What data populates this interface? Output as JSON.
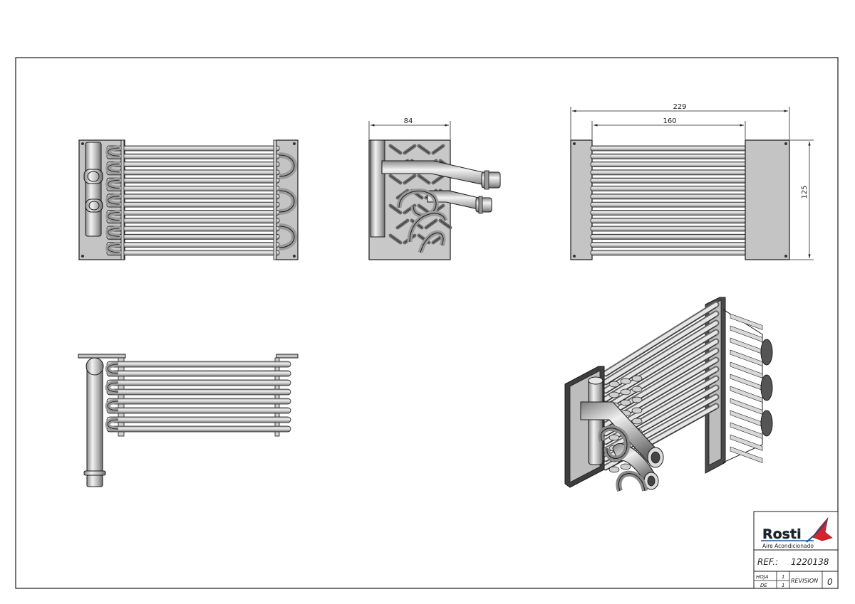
{
  "dimensions": {
    "side_depth": "84",
    "overall_length": "229",
    "core_length": "160",
    "height": "125"
  },
  "title_block": {
    "logo_text": "Rosti",
    "logo_subtitle": "Aire Acondicionado",
    "ref_label": "REF.:",
    "ref_value": "1220138",
    "hoja_label": "HOJA",
    "hoja_value": "1",
    "de_label": "DE",
    "de_value": "1",
    "revision_label": "REVISION",
    "revision_value": "0"
  },
  "colors": {
    "line": "#1a1a1a",
    "tube_light": "#e8e8e8",
    "tube_dark": "#7a7a7a",
    "plate": "#bdbdbd",
    "logo_blue": "#1f4e8c",
    "logo_red": "#d8232a"
  }
}
